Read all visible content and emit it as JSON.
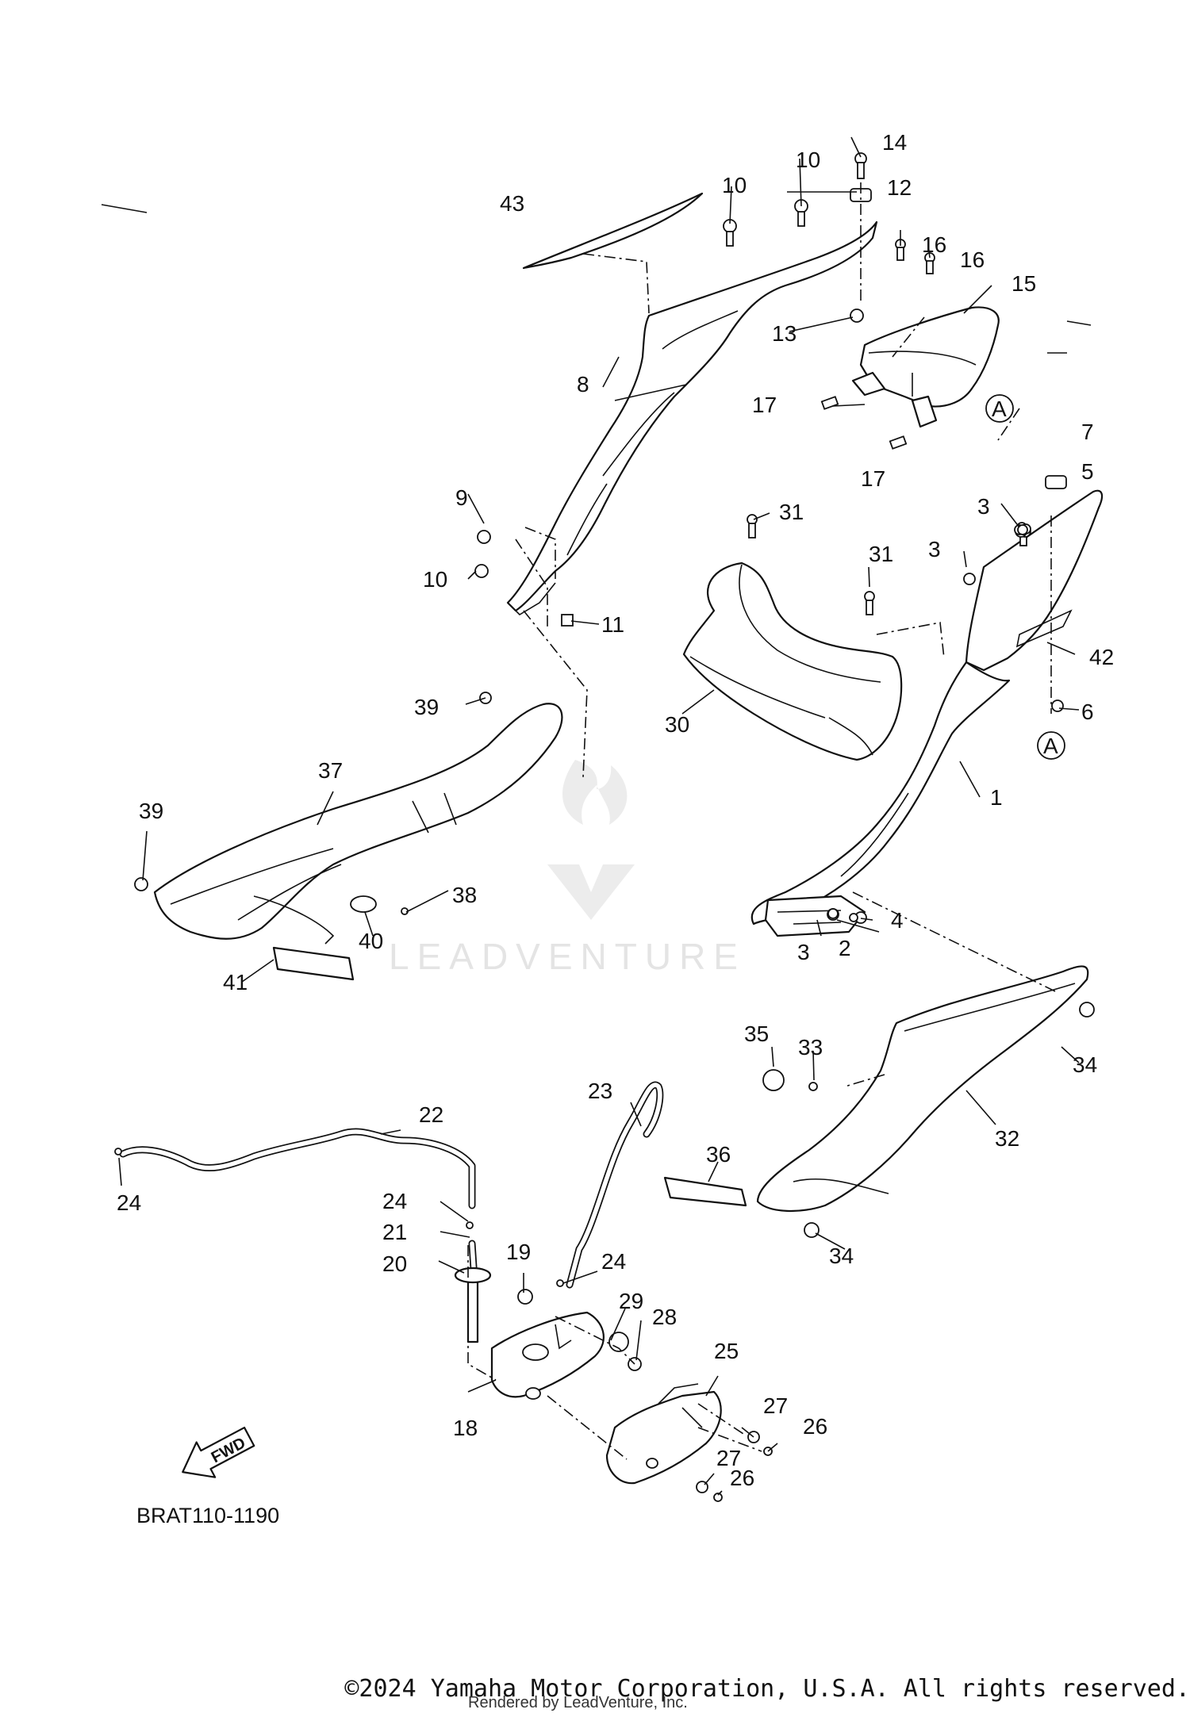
{
  "diagram": {
    "code": "BRAT110-1190",
    "fwd_label": "FWD",
    "reference_marker": "A",
    "watermark_text": "LEADVENTURE",
    "callouts": [
      "1",
      "2",
      "3",
      "3",
      "3",
      "4",
      "5",
      "6",
      "7",
      "8",
      "9",
      "10",
      "10",
      "10",
      "11",
      "12",
      "13",
      "14",
      "15",
      "16",
      "16",
      "17",
      "17",
      "18",
      "19",
      "20",
      "21",
      "22",
      "23",
      "24",
      "24",
      "24",
      "25",
      "26",
      "26",
      "27",
      "27",
      "28",
      "29",
      "30",
      "31",
      "31",
      "32",
      "33",
      "34",
      "34",
      "35",
      "36",
      "37",
      "38",
      "39",
      "39",
      "40",
      "41",
      "42",
      "43"
    ]
  },
  "footer": {
    "copyright": "©2024 Yamaha Motor Corporation, U.S.A. All rights reserved.",
    "render_credit": "Rendered by LeadVenture, Inc."
  }
}
